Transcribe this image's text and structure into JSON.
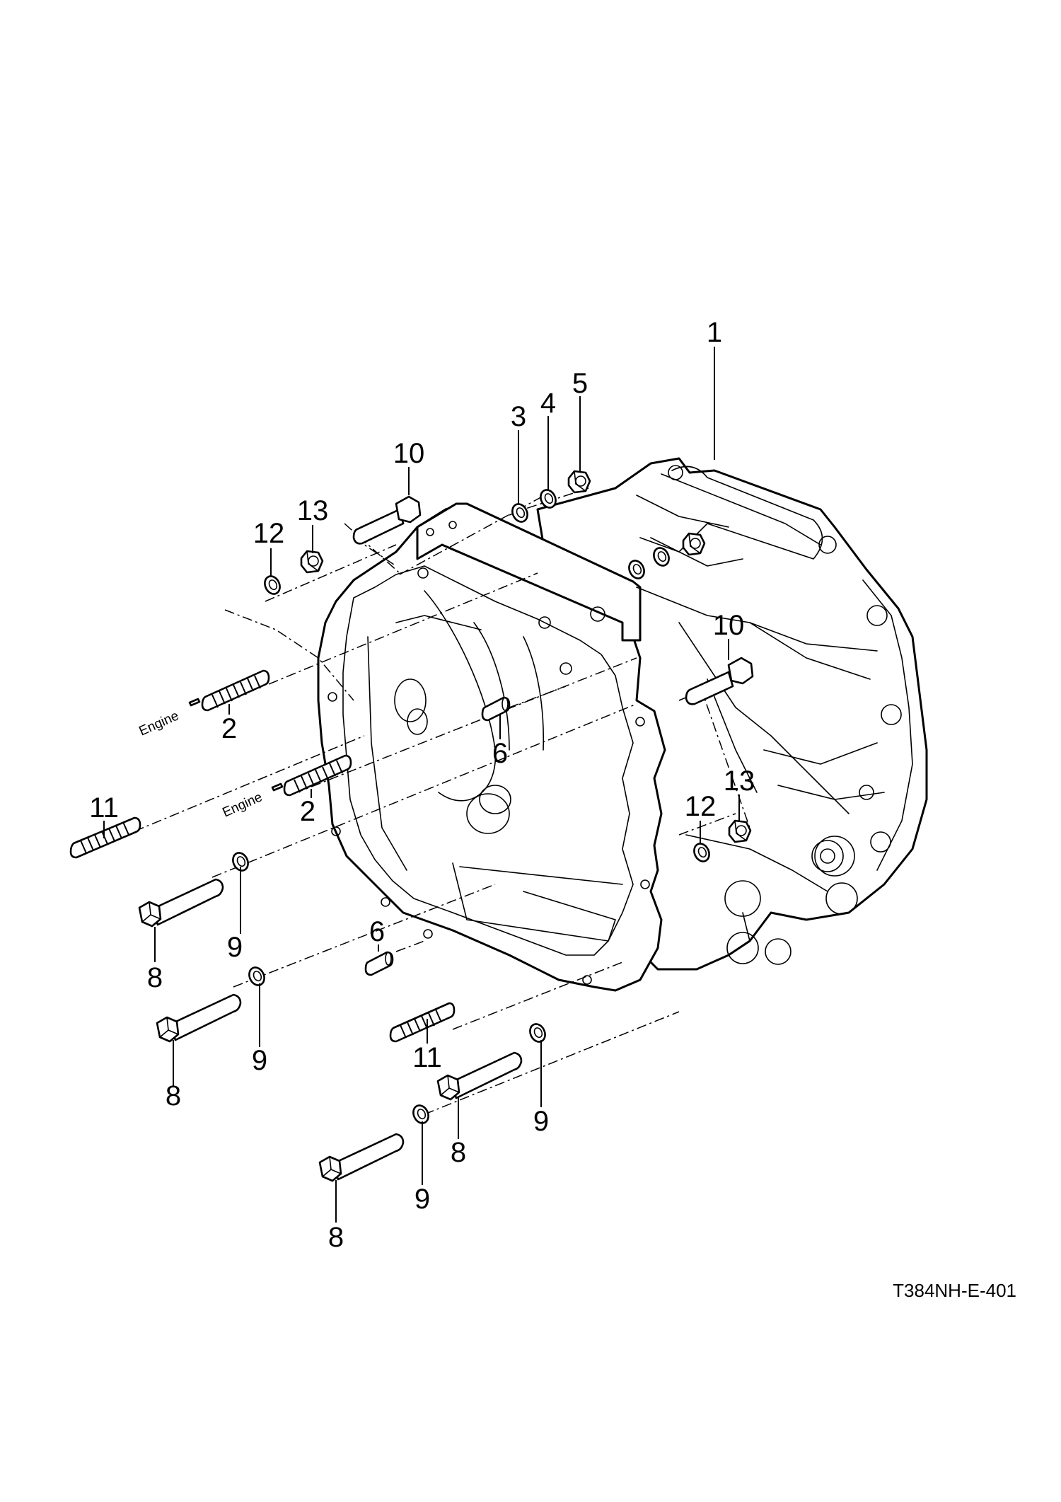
{
  "drawing_code": "T384NH-E-401",
  "engine_label": "Engine",
  "callouts": {
    "c1": "1",
    "c2a": "2",
    "c2b": "2",
    "c3": "3",
    "c4": "4",
    "c5": "5",
    "c6a": "6",
    "c6b": "6",
    "c8a": "8",
    "c8b": "8",
    "c8c": "8",
    "c8d": "8",
    "c9a": "9",
    "c9b": "9",
    "c9c": "9",
    "c9d": "9",
    "c10a": "10",
    "c10b": "10",
    "c11a": "11",
    "c11b": "11",
    "c12a": "12",
    "c12b": "12",
    "c13a": "13",
    "c13b": "13"
  }
}
